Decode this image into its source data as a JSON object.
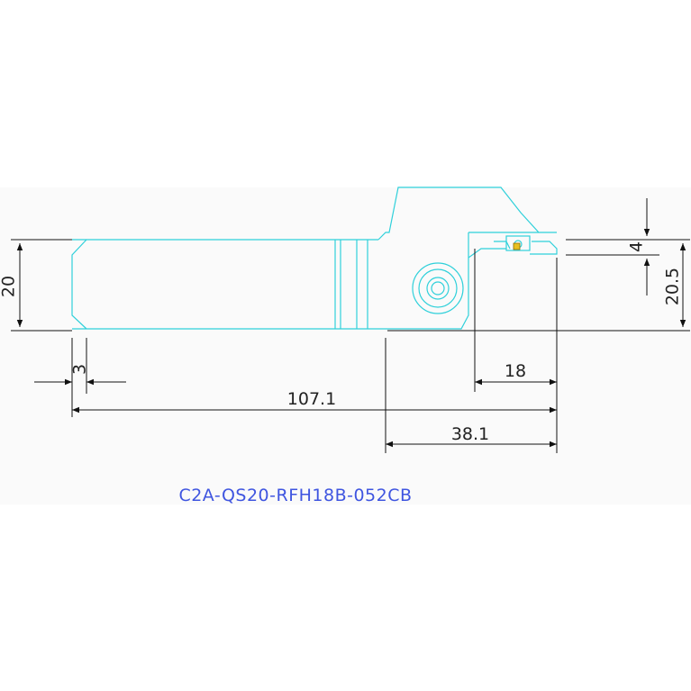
{
  "drawing": {
    "part_number": "C2A-QS20-RFH18B-052CB",
    "colors": {
      "outline": "#2fd0da",
      "dimension": "#111111",
      "part_number": "#3f55e0",
      "band": "#fafafa"
    },
    "dimensions": {
      "shank_height": "20",
      "front_chamfer": "3",
      "overall_length": "107.1",
      "head_length": "38.1",
      "head_offset": "18",
      "insert_width": "4",
      "cutting_height": "20.5"
    }
  }
}
